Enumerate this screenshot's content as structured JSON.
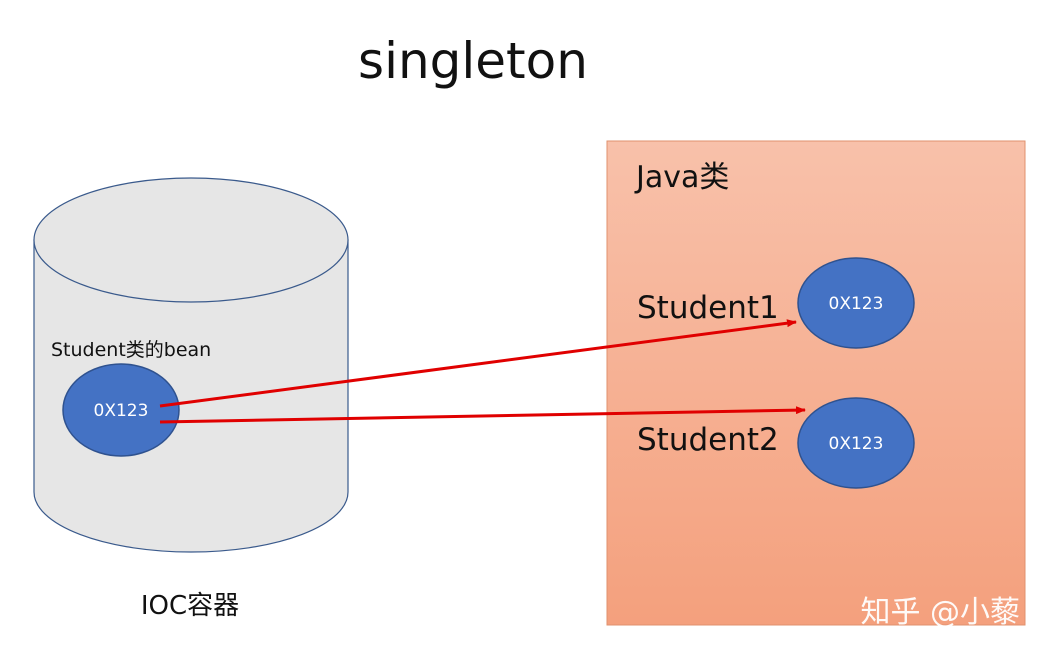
{
  "title": "singleton",
  "container": {
    "label": "IOC容器",
    "bean_label": "Student类的bean",
    "bean_address": "0X123"
  },
  "java_class": {
    "label": "Java类",
    "instances": [
      {
        "label": "Student1",
        "address": "0X123"
      },
      {
        "label": "Student2",
        "address": "0X123"
      }
    ]
  },
  "watermark": "知乎 @小藜",
  "colors": {
    "cylinder_fill": "#e6e6e6",
    "cylinder_stroke": "#3a5a8c",
    "oval_fill": "#4472c4",
    "oval_stroke": "#2f528f",
    "panel_top": "#f8c1aa",
    "panel_bottom": "#f4a07d",
    "panel_stroke": "#e0916e",
    "arrow": "#e00000"
  }
}
